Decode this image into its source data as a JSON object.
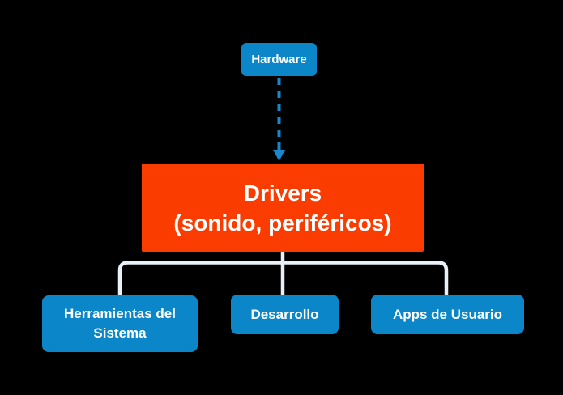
{
  "diagram": {
    "type": "flowchart",
    "background_color": "#000000",
    "colors": {
      "node_blue": "#0b86c9",
      "node_orange": "#fb3c00",
      "connector_line": "#e8f1f9",
      "dashed_arrow": "#1788cb",
      "text": "#ffffff"
    },
    "nodes": {
      "hardware": {
        "label": "Hardware"
      },
      "drivers": {
        "label_line1": "Drivers",
        "label_line2": "(sonido, periféricos)"
      },
      "children": [
        {
          "label": "Herramientas del Sistema"
        },
        {
          "label": "Desarrollo"
        },
        {
          "label": "Apps de Usuario"
        }
      ]
    },
    "edges": [
      {
        "from": "Hardware",
        "to": "Drivers (sonido, periféricos)",
        "style": "dashed-arrow"
      },
      {
        "from": "Drivers (sonido, periféricos)",
        "to": "Herramientas del Sistema",
        "style": "solid"
      },
      {
        "from": "Drivers (sonido, periféricos)",
        "to": "Desarrollo",
        "style": "solid"
      },
      {
        "from": "Drivers (sonido, periféricos)",
        "to": "Apps de Usuario",
        "style": "solid"
      }
    ]
  }
}
